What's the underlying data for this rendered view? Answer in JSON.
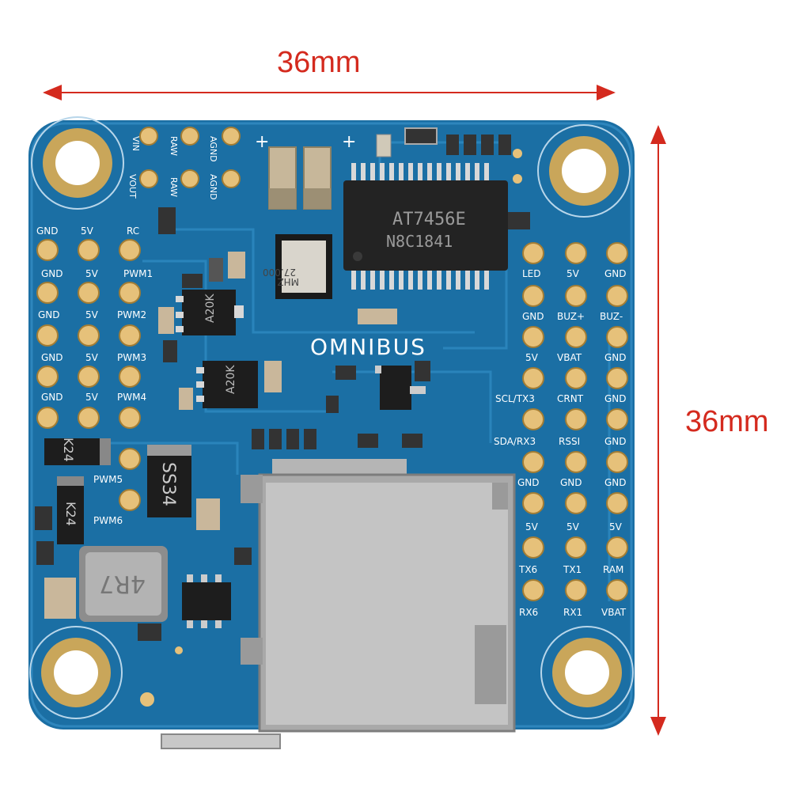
{
  "dimensions": {
    "width_label": "36mm",
    "height_label": "36mm",
    "color": "#d42a1e"
  },
  "board": {
    "name": "OMNIBUS",
    "pcb_color": "#1b6fa4",
    "chip_main": {
      "line1": "AT7456E",
      "line2": "N8C1841"
    },
    "crystal": {
      "line1": "27.000",
      "line2": "MHZ"
    },
    "ic_a": "A20K",
    "ic_b": "A20K",
    "diode_a": "SS34",
    "diode_b": "K24",
    "diode_c": "K24",
    "inductor": "4R7",
    "top_labels": {
      "vin": "VIN",
      "vout": "VOUT",
      "raw1": "RAW",
      "raw2": "RAW",
      "agnd1": "AGND",
      "agnd2": "AGND",
      "plus1": "+",
      "plus2": "+"
    },
    "left_header": [
      "GND",
      "5V",
      "RC",
      "GND",
      "5V",
      "PWM1",
      "GND",
      "5V",
      "PWM2",
      "GND",
      "5V",
      "PWM3",
      "GND",
      "5V",
      "PWM4"
    ],
    "left_extra": [
      "PWM5",
      "PWM6"
    ],
    "right_col1": [
      "LED",
      "GND",
      "5V",
      "SCL/TX3",
      "SDA/RX3",
      "GND",
      "5V",
      "TX6",
      "RX6"
    ],
    "right_col2": [
      "5V",
      "BUZ+",
      "VBAT",
      "CRNT",
      "RSSI",
      "GND",
      "5V",
      "TX1",
      "RX1"
    ],
    "right_col3": [
      "GND",
      "BUZ-",
      "GND",
      "GND",
      "GND",
      "GND",
      "5V",
      "RAM",
      "VBAT"
    ]
  }
}
